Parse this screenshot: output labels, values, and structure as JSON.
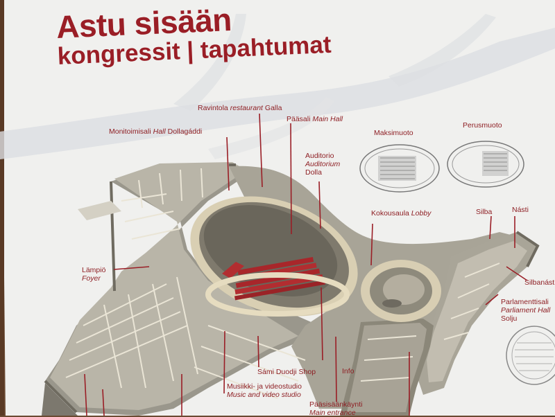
{
  "title": {
    "line1": "Astu sisään",
    "line2_left": "kongressit",
    "separator": "|",
    "line2_right": "tapahtumat"
  },
  "labels": {
    "ravintola": {
      "fi": "Ravintola",
      "en": "restaurant",
      "name": "Galla"
    },
    "monitoimisali": {
      "fi": "Monitoimisali",
      "en": "Hall",
      "name": "Dollagáddi"
    },
    "paasali": {
      "fi": "Pääsali",
      "en": "Main Hall"
    },
    "maksimuoto": "Maksimuoto",
    "perusmuoto": "Perusmuoto",
    "auditorio": {
      "fi": "Auditorio",
      "en": "Auditorium",
      "name": "Dolla"
    },
    "kokousaula": {
      "fi": "Kokousaula",
      "en": "Lobby"
    },
    "silba": "Silba",
    "nasti": "Násti",
    "lampio": {
      "fi": "Lämpiö",
      "en": "Foyer"
    },
    "silbanasti": "Silbanásti",
    "parlamenttisali": {
      "fi": "Parlamenttisali",
      "en": "Parliament Hall",
      "name": "Solju"
    },
    "sami_shop": "Sámi Duodji Shop",
    "info": "Info",
    "musiikki": {
      "fi": "Musiikki- ja videostudio",
      "en": "Music and video studio"
    },
    "paasisaankaynti": {
      "fi": "Pääsisäänkäynti",
      "en": "Main entrance"
    }
  },
  "colors": {
    "text_red": "#8e1f24",
    "title_red": "#9a1e26",
    "board": "#f1f1ef",
    "frame": "#6b4a32"
  }
}
